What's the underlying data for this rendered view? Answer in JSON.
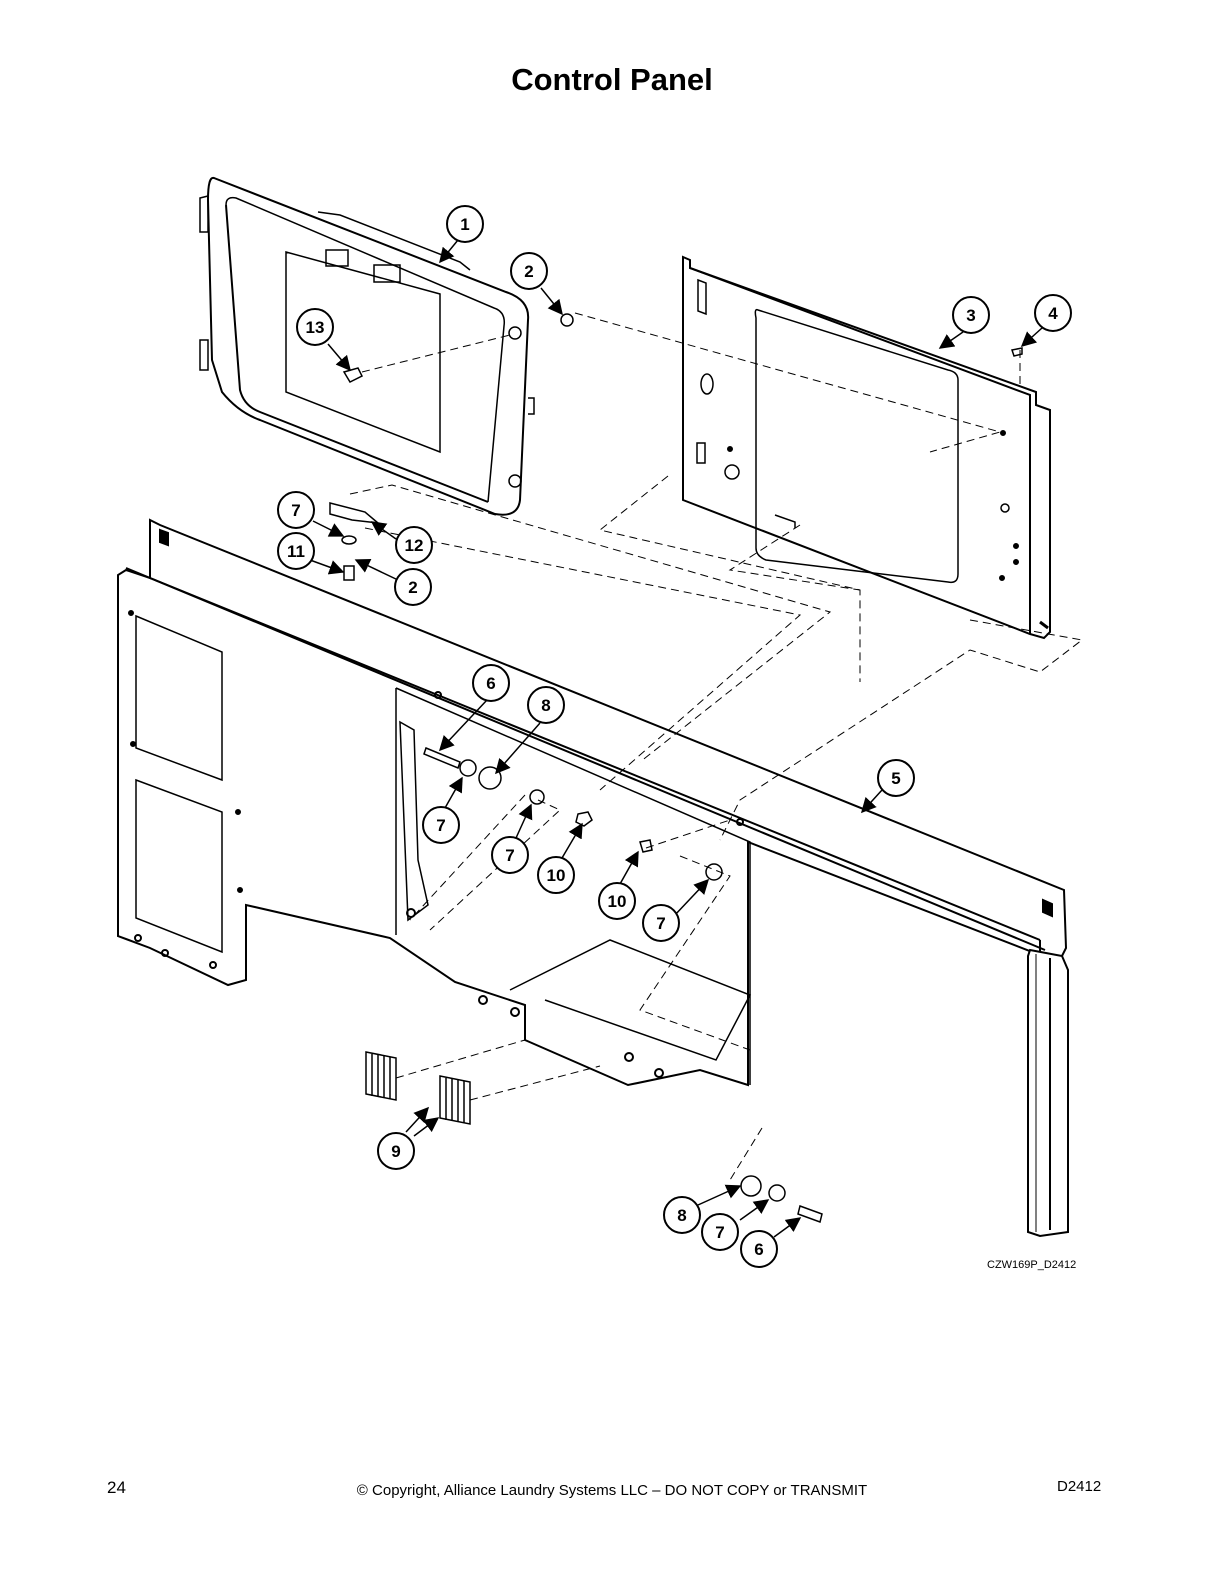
{
  "title": "Control Panel",
  "drawing_code": "CZW169P_D2412",
  "footer": {
    "page_number": "24",
    "copyright": "© Copyright, Alliance Laundry Systems LLC – DO NOT COPY or TRANSMIT",
    "doc_code": "D2412"
  },
  "callouts": [
    {
      "id": "callout-1",
      "label": "1"
    },
    {
      "id": "callout-2a",
      "label": "2"
    },
    {
      "id": "callout-3",
      "label": "3"
    },
    {
      "id": "callout-4",
      "label": "4"
    },
    {
      "id": "callout-13",
      "label": "13"
    },
    {
      "id": "callout-7a",
      "label": "7"
    },
    {
      "id": "callout-12",
      "label": "12"
    },
    {
      "id": "callout-11",
      "label": "11"
    },
    {
      "id": "callout-2b",
      "label": "2"
    },
    {
      "id": "callout-6a",
      "label": "6"
    },
    {
      "id": "callout-8a",
      "label": "8"
    },
    {
      "id": "callout-5",
      "label": "5"
    },
    {
      "id": "callout-7b",
      "label": "7"
    },
    {
      "id": "callout-7c",
      "label": "7"
    },
    {
      "id": "callout-10a",
      "label": "10"
    },
    {
      "id": "callout-10b",
      "label": "10"
    },
    {
      "id": "callout-7d",
      "label": "7"
    },
    {
      "id": "callout-9",
      "label": "9"
    },
    {
      "id": "callout-8b",
      "label": "8"
    },
    {
      "id": "callout-7e",
      "label": "7"
    },
    {
      "id": "callout-6b",
      "label": "6"
    }
  ]
}
